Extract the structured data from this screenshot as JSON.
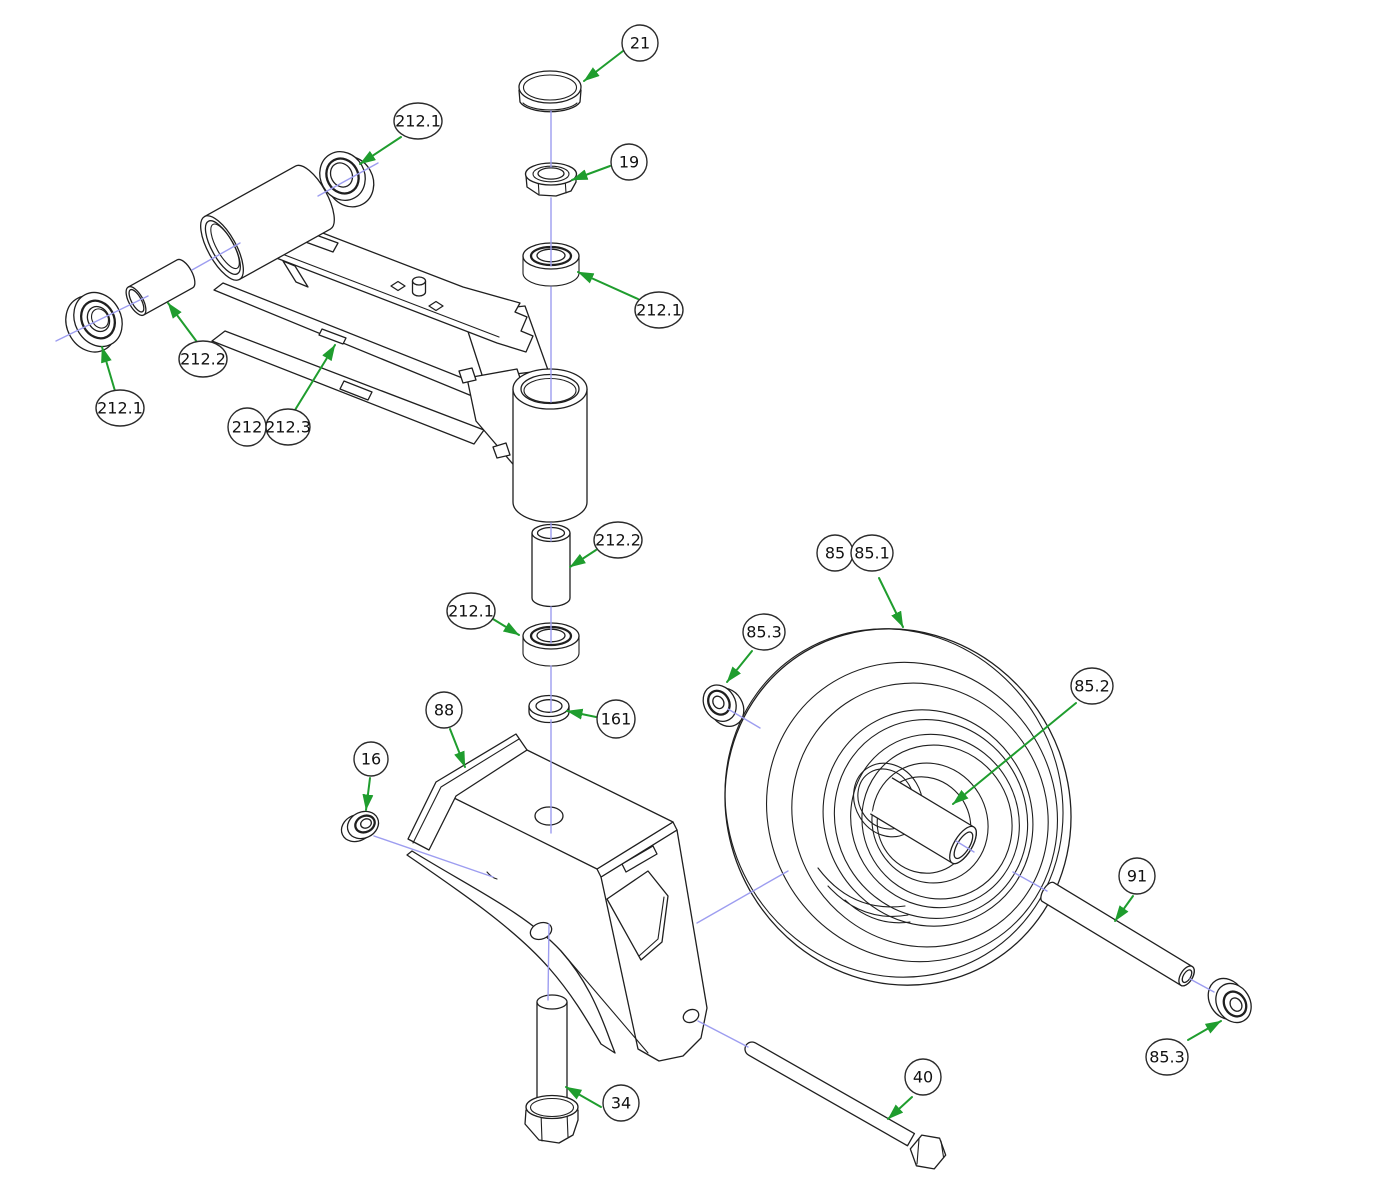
{
  "diagram": {
    "kind": "exploded-parts-diagram",
    "colors": {
      "background": "#ffffff",
      "part_outline": "#1f1f1f",
      "centerline": "#9d9df0",
      "callout_arrow": "#1f9d2e",
      "callout_text": "#111111"
    },
    "callouts": [
      {
        "label": "21"
      },
      {
        "label": "19"
      },
      {
        "label": "212.1"
      },
      {
        "label": "212.1"
      },
      {
        "label": "212.2"
      },
      {
        "label": "212.1"
      },
      {
        "label": "212"
      },
      {
        "label": "212.3"
      },
      {
        "label": "212.2"
      },
      {
        "label": "212.1"
      },
      {
        "label": "161"
      },
      {
        "label": "88"
      },
      {
        "label": "16"
      },
      {
        "label": "34"
      },
      {
        "label": "85"
      },
      {
        "label": "85.1"
      },
      {
        "label": "85.3"
      },
      {
        "label": "85.2"
      },
      {
        "label": "91"
      },
      {
        "label": "85.3"
      },
      {
        "label": "40"
      }
    ]
  }
}
